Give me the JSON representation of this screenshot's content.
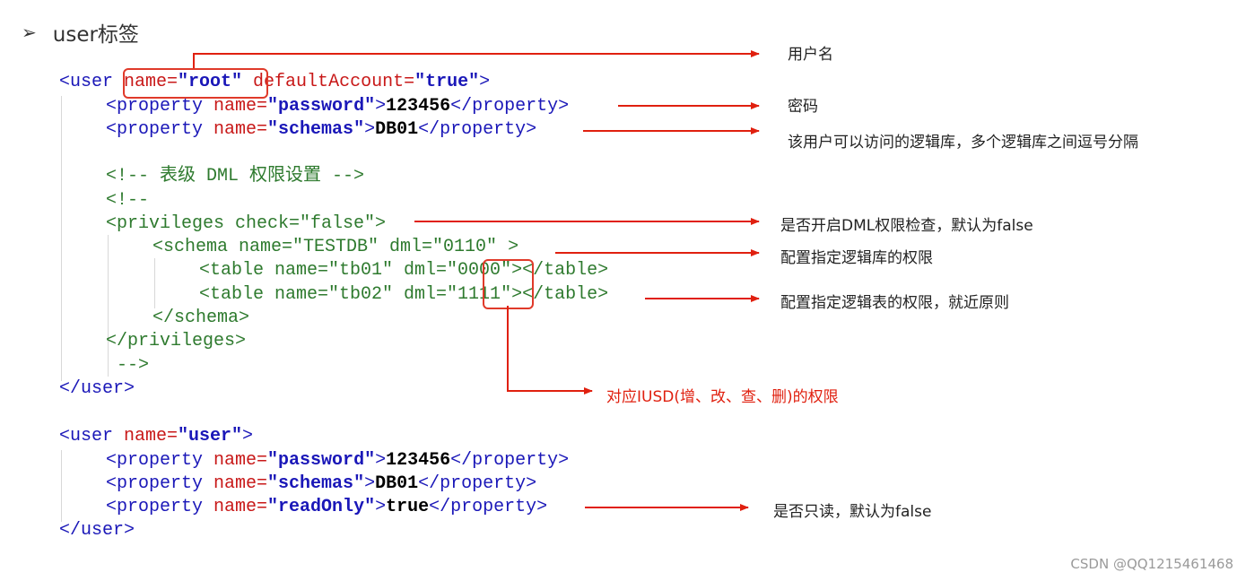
{
  "heading": {
    "bullet": "➢",
    "title": "user标签"
  },
  "code_lines": {
    "u1_open": {
      "t1": "<user ",
      "a1": "name=",
      "v1": "\"root\"",
      "a2": " defaultAccount=",
      "v2": "\"true\"",
      "t2": ">"
    },
    "p1": {
      "t1": "<property ",
      "a1": "name=",
      "v1": "\"password\"",
      "t2": ">",
      "x": "123456",
      "t3": "</property>"
    },
    "p2": {
      "t1": "<property ",
      "a1": "name=",
      "v1": "\"schemas\"",
      "t2": ">",
      "x": "DB01",
      "t3": "</property>"
    },
    "c1": "<!-- 表级 DML 权限设置 -->",
    "c2": "<!--",
    "priv": "<privileges check=\"false\">",
    "schema": "<schema name=\"TESTDB\" dml=\"0110\" >",
    "tb1": {
      "pre": "<table name=\"tb01\" dml=\"",
      "dml": "0000",
      "post": "\"></table>"
    },
    "tb2": {
      "pre": "<table name=\"tb02\" dml=\"",
      "dml": "1111",
      "post": "\"></table>"
    },
    "schema_close": "</schema>",
    "priv_close": "</privileges>",
    "c_end": "-->",
    "u1_close": "</user>",
    "u2_open": {
      "t1": "<user ",
      "a1": "name=",
      "v1": "\"user\"",
      "t2": ">"
    },
    "q1": {
      "t1": "<property ",
      "a1": "name=",
      "v1": "\"password\"",
      "t2": ">",
      "x": "123456",
      "t3": "</property>"
    },
    "q2": {
      "t1": "<property ",
      "a1": "name=",
      "v1": "\"schemas\"",
      "t2": ">",
      "x": "DB01",
      "t3": "</property>"
    },
    "q3": {
      "t1": "<property ",
      "a1": "name=",
      "v1": "\"readOnly\"",
      "t2": ">",
      "x": "true",
      "t3": "</property>"
    },
    "u2_close": "</user>"
  },
  "annotations": {
    "username": "用户名",
    "password": "密码",
    "schemas": "该用户可以访问的逻辑库，多个逻辑库之间逗号分隔",
    "dml_check": "是否开启DML权限检查，默认为false",
    "schema_priv": "配置指定逻辑库的权限",
    "table_priv": "配置指定逻辑表的权限，就近原则",
    "iusd": "对应IUSD(增、改、查、删)的权限",
    "readonly": "是否只读，默认为false"
  },
  "watermark": "CSDN @QQ1215461468",
  "colors": {
    "tag": "#1a17b8",
    "attr": "#c81818",
    "comment": "#2e7a2e",
    "arrow": "#e0200f"
  }
}
